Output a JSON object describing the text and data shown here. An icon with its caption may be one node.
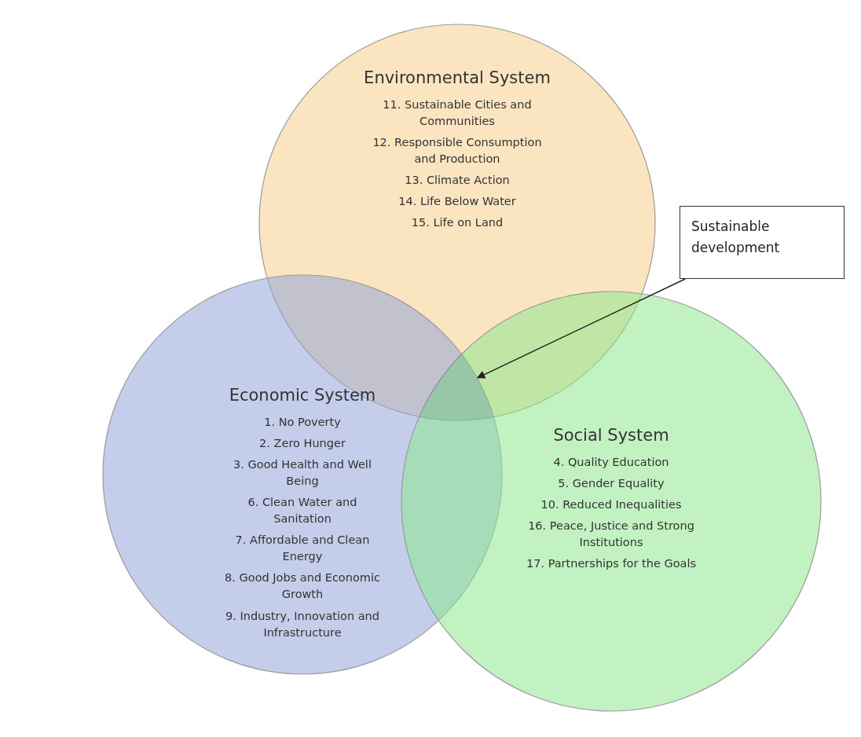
{
  "diagram": {
    "nodes": [
      {
        "text": [
          "Environmental System",
          "11. Sustainable Cities and Communities",
          "12. Responsible Consumption and Production",
          "13. Climate Action",
          "14. Life Below Water",
          "15. Life on Land"
        ]
      },
      {
        "text": [
          "Economic System",
          "1. No Poverty",
          "2. Zero Hunger",
          "3. Good Health and Well Being",
          "6. Clean Water and Sanitation",
          "7. Affordable and Clean Energy",
          "8. Good Jobs and Economic Growth",
          "9. Industry, Innovation and Infrastructure"
        ]
      },
      {
        "text": [
          "Social System",
          "4. Quality Education",
          "5. Gender Equality",
          "10. Reduced Inequalities",
          "16. Peace, Justice and Strong Institutions",
          "17. Partnerships for the Goals"
        ]
      },
      {
        "text": [
          "Sustainable development"
        ]
      },
      {
        "text": [],
        "shape": "region"
      }
    ],
    "edges": [
      {
        "from": 3,
        "to": 4,
        "arrow": "to"
      }
    ]
  }
}
